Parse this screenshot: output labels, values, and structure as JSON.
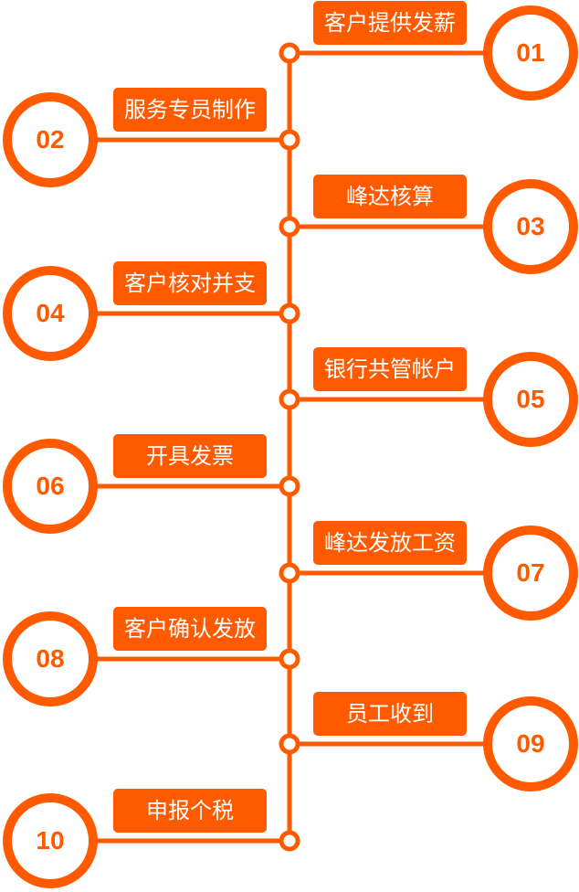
{
  "colors": {
    "accent": "#ff5a00",
    "background": "#ffffff",
    "label_text": "#ffffff"
  },
  "steps": [
    {
      "number": "01",
      "label": "客户提供发薪",
      "side": "right"
    },
    {
      "number": "02",
      "label": "服务专员制作",
      "side": "left"
    },
    {
      "number": "03",
      "label": "峰达核算",
      "side": "right"
    },
    {
      "number": "04",
      "label": "客户核对并支",
      "side": "left"
    },
    {
      "number": "05",
      "label": "银行共管帐户",
      "side": "right"
    },
    {
      "number": "06",
      "label": "开具发票",
      "side": "left"
    },
    {
      "number": "07",
      "label": "峰达发放工资",
      "side": "right"
    },
    {
      "number": "08",
      "label": "客户确认发放",
      "side": "left"
    },
    {
      "number": "09",
      "label": "员工收到",
      "side": "right"
    },
    {
      "number": "10",
      "label": "申报个税",
      "side": "left"
    }
  ]
}
